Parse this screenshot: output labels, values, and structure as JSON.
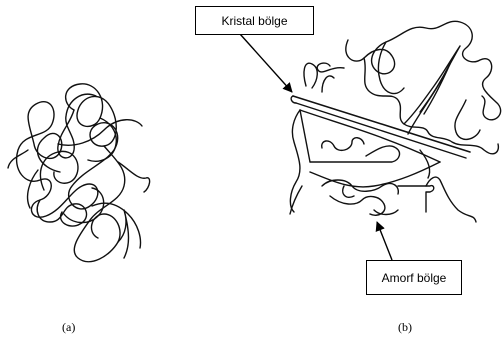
{
  "labels": {
    "crystalline": "Kristal bölge",
    "amorphous": "Amorf bölge"
  },
  "captions": {
    "a": "(a)",
    "b": "(b)"
  }
}
